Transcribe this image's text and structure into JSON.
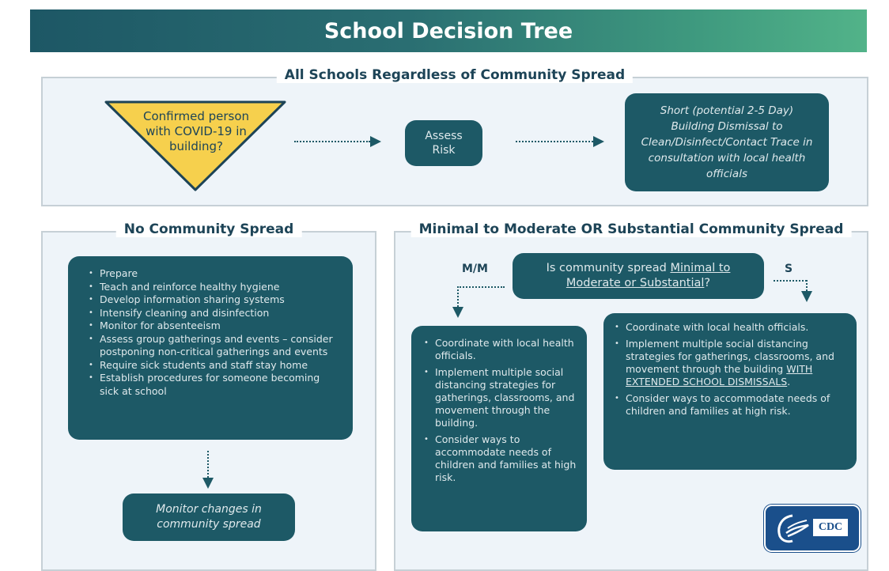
{
  "header": {
    "title": "School Decision Tree"
  },
  "all_schools": {
    "title": "All Schools Regardless of Community Spread",
    "question": "Confirmed person with COVID-19 in building?",
    "assess": "Assess Risk",
    "dismissal": "Short (potential 2-5 Day) Building Dismissal to Clean/Disinfect/Contact Trace in consultation with local health officials"
  },
  "no_spread": {
    "title": "No Community Spread",
    "items": [
      "Prepare",
      "Teach and reinforce healthy hygiene",
      "Develop information sharing systems",
      "Intensify cleaning and disinfection",
      "Monitor for absenteeism",
      "Assess group gatherings and events – consider postponing non-critical gatherings and events",
      "Require sick students and staff stay home",
      "Establish procedures for someone becoming sick at school"
    ],
    "monitor": "Monitor changes in community spread"
  },
  "spread": {
    "title": "Minimal to Moderate OR Substantial Community Spread",
    "question_pre": "Is community spread ",
    "question_link": "Minimal to Moderate or Substantial",
    "question_post": "?",
    "mm_label": "M/M",
    "s_label": "S",
    "mm_items": [
      "Coordinate with local health officials.",
      "Implement multiple social distancing strategies for gatherings, classrooms, and movement through the building.",
      "Consider ways to accommodate needs of children and families at high risk."
    ],
    "s_items": {
      "item1": "Coordinate with local health officials.",
      "item2_pre": "Implement multiple social distancing strategies for gatherings, classrooms, and movement through the building ",
      "item2_link": "WITH EXTENDED SCHOOL DISMISSALS",
      "item2_post": ".",
      "item3": "Consider ways to accommodate needs of children and families at high risk."
    }
  },
  "logo": {
    "text": "CDC",
    "icon": "hhs-eagle-icon",
    "color": "#1a4f8b"
  },
  "colors": {
    "teal": "#1d5966",
    "yellow": "#f6d04d",
    "panel": "#eef4f9"
  }
}
